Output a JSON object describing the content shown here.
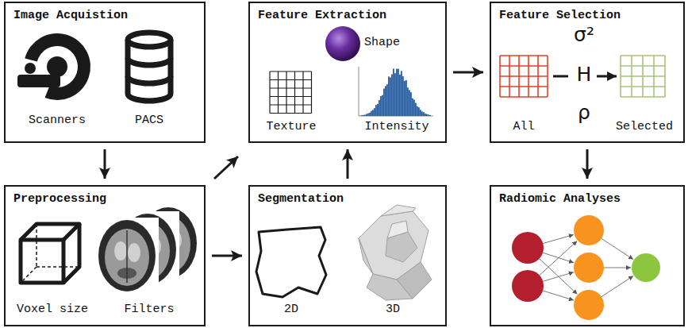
{
  "diagram": {
    "nodes": [
      {
        "text": [
          "Image Acquistion"
        ]
      },
      {
        "text": [
          "Feature Extraction"
        ]
      },
      {
        "text": [
          "Feature Selection"
        ]
      },
      {
        "text": [
          "Preprocessing"
        ]
      },
      {
        "text": [
          "Segmentation"
        ]
      },
      {
        "text": [
          "Radiomic Analyses"
        ]
      }
    ],
    "edges": [
      {
        "from": 0,
        "to": 3,
        "arrow": "to"
      },
      {
        "from": 3,
        "to": 1,
        "arrow": "to"
      },
      {
        "from": 3,
        "to": 4,
        "arrow": "to"
      },
      {
        "from": 4,
        "to": 1,
        "arrow": "to"
      },
      {
        "from": 1,
        "to": 2,
        "arrow": "to"
      },
      {
        "from": 2,
        "to": 5,
        "arrow": "to"
      }
    ],
    "labels": [
      "Scanners",
      "PACS",
      "Shape",
      "Texture",
      "Intensity",
      "All",
      "σ²",
      "H",
      "ρ",
      "Selected",
      "Voxel size",
      "Filters",
      "2D",
      "3D"
    ]
  }
}
